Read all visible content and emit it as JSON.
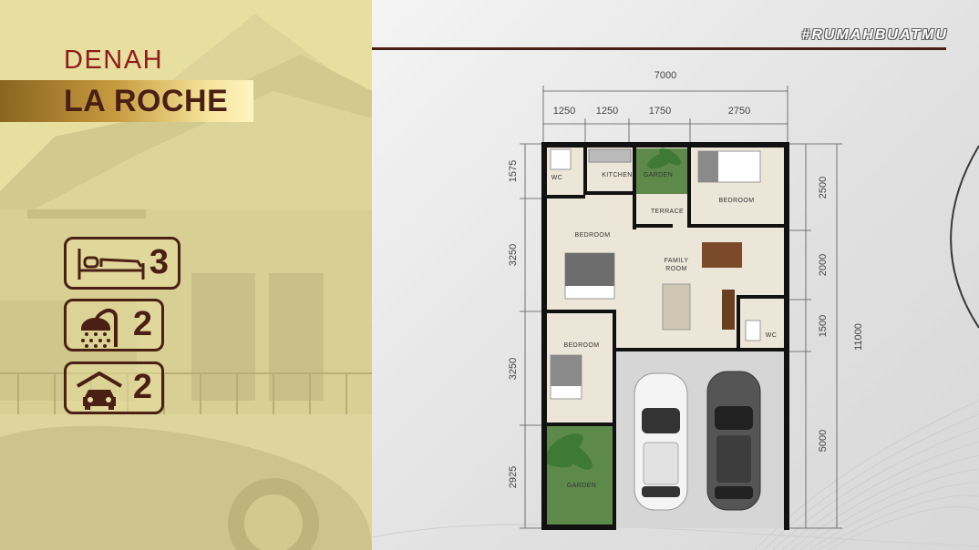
{
  "brand": {
    "title_top": "DENAH",
    "title_name": "LA ROCHE",
    "hashtag": "#RUMAHBUATMU"
  },
  "colors": {
    "maroon": "#8e1b1b",
    "dark_brown": "#4a1f14",
    "gold": "#c69a3e",
    "panel_bg": "#e7df9f"
  },
  "features": [
    {
      "icon": "bed-icon",
      "value": "3"
    },
    {
      "icon": "shower-icon",
      "value": "2"
    },
    {
      "icon": "carport-icon",
      "value": "2"
    }
  ],
  "plan": {
    "dims_top_total": "7000",
    "dims_top": [
      "1250",
      "1250",
      "1750",
      "2750"
    ],
    "dims_left": [
      "1575",
      "3250",
      "3250",
      "2925"
    ],
    "dims_right": [
      "2500",
      "2000",
      "1500",
      "5000"
    ],
    "dims_right_total": "11000",
    "rooms": {
      "wc_top": "WC",
      "kitchen": "KITCHEN",
      "garden_top": "GARDEN",
      "bedroom_top_right": "BEDROOM",
      "terrace": "TERRACE",
      "bedroom_left": "BEDROOM",
      "family_room_1": "FAMILY",
      "family_room_2": "ROOM",
      "wc_right": "WC",
      "bedroom_bottom": "BEDROOM",
      "garden_bottom": "GARDEN"
    }
  }
}
